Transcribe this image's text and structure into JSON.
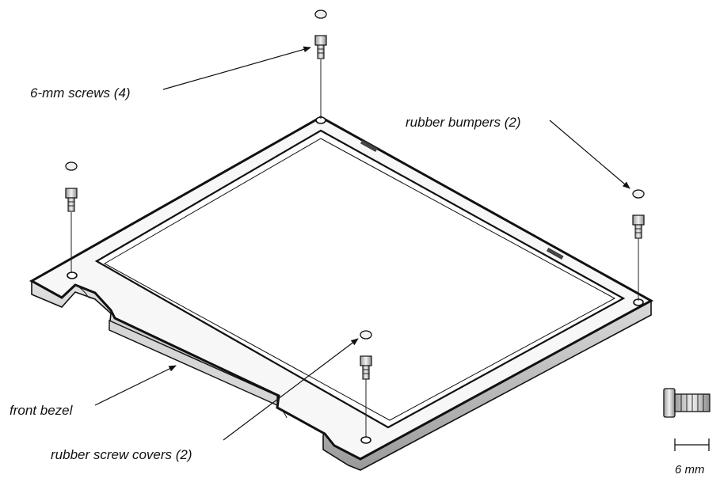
{
  "labels": {
    "screws": "6-mm screws (4)",
    "bumpers": "rubber bumpers (2)",
    "bezel": "front bezel",
    "covers": "rubber screw covers (2)"
  },
  "scale": {
    "text": "6 mm"
  },
  "icons": {
    "screw": "screw-icon",
    "bumper": "rubber-bumper-icon",
    "cover": "rubber-screw-cover-icon"
  }
}
